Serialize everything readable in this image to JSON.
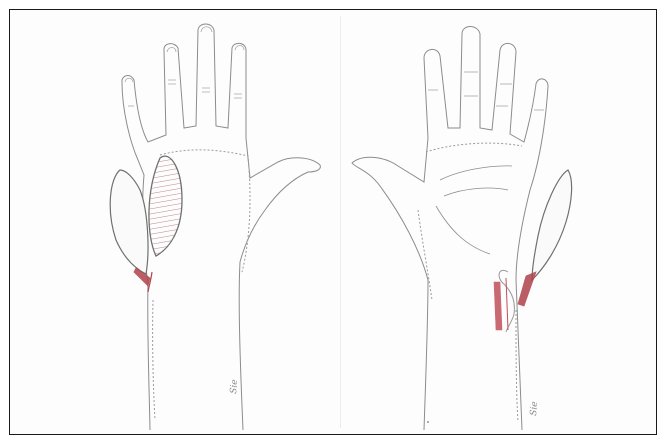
{
  "figure": {
    "left_panel": {
      "name": "dorsal-hand-illustration",
      "signature_text": "Sie",
      "colors": {
        "outline": "#8c8c8c",
        "dotted_outline": "#9a9a9a",
        "flap_outline": "#707070",
        "pedicle": "#b0424b",
        "hatching": "#b47880"
      }
    },
    "right_panel": {
      "name": "palmar-hand-illustration",
      "signature_text": "Sie",
      "colors": {
        "outline": "#8c8c8c",
        "dotted_outline": "#9a9a9a",
        "flap_outline": "#707070",
        "pedicle": "#b0424b",
        "incision": "#c0505a"
      }
    }
  }
}
